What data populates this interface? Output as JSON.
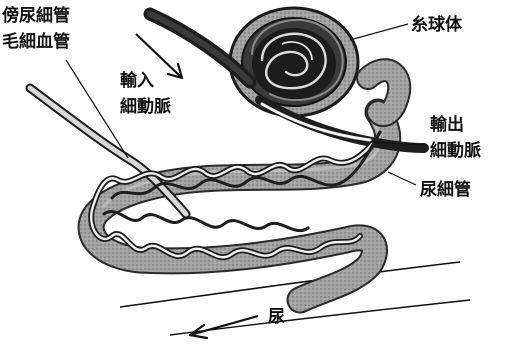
{
  "labels": {
    "peritubular_line1": "傍尿細管",
    "peritubular_line2": "毛細血管",
    "afferent_line1": "輸入",
    "afferent_line2": "細動脈",
    "glomerulus": "糸球体",
    "efferent_line1": "輸出",
    "efferent_line2": "細動脈",
    "tubule": "尿細管",
    "urine": "尿"
  },
  "colors": {
    "ink": "#111111",
    "tubule_gray": "#9a9a9a",
    "tubule_dark": "#6f6f6f",
    "vessel_dark": "#1e1e1e",
    "vessel_light": "#f4f4f4"
  }
}
